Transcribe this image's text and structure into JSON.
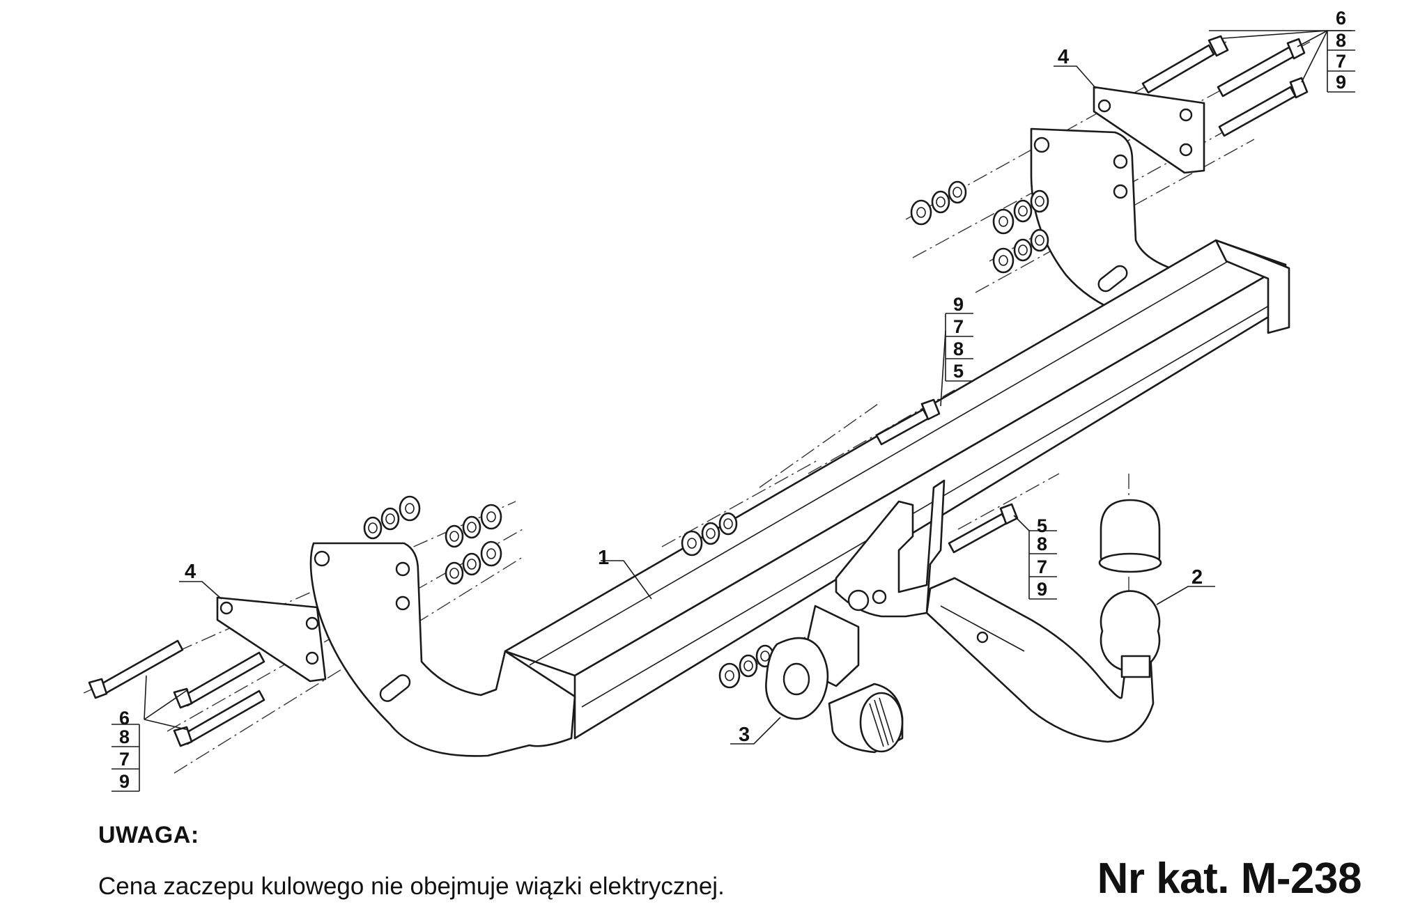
{
  "callouts": {
    "tow_bar": "1",
    "ball_neck": "2",
    "socket_plate": "3",
    "bracket_left": "4",
    "bracket_right": "4"
  },
  "hardware_stacks": {
    "top_right": [
      "6",
      "8",
      "7",
      "9"
    ],
    "middle": [
      "9",
      "7",
      "8",
      "5"
    ],
    "right": [
      "5",
      "8",
      "7",
      "9"
    ],
    "bottom_left": [
      "6",
      "8",
      "7",
      "9"
    ]
  },
  "note": {
    "title": "UWAGA:",
    "text": "Cena zaczepu kulowego nie obejmuje wiązki elektrycznej."
  },
  "catalog_number": "Nr kat. M-238"
}
